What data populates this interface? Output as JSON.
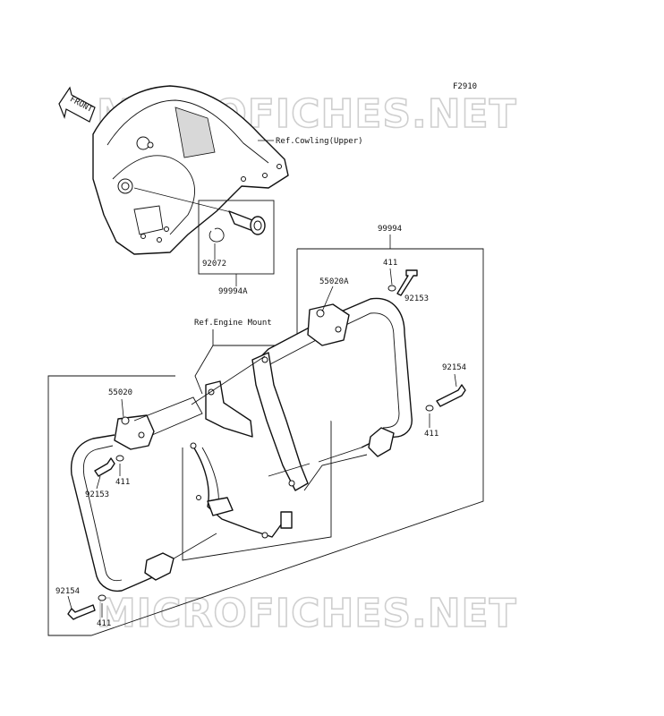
{
  "figure_id": "F2910",
  "watermark": "MICROFICHES.NET",
  "front_arrow_label": "FRONT",
  "references": {
    "cowling_upper": "Ref.Cowling(Upper)",
    "engine_mount": "Ref.Engine Mount"
  },
  "part_numbers": {
    "p92072": "92072",
    "p99994A": "99994A",
    "p99994": "99994",
    "p411_upper": "411",
    "p92153_upper": "92153",
    "p55020A": "55020A",
    "p92154_right": "92154",
    "p411_right": "411",
    "p55020": "55020",
    "p92153_left": "92153",
    "p411_left": "411",
    "p92154_left": "92154",
    "p411_bottom": "411"
  }
}
